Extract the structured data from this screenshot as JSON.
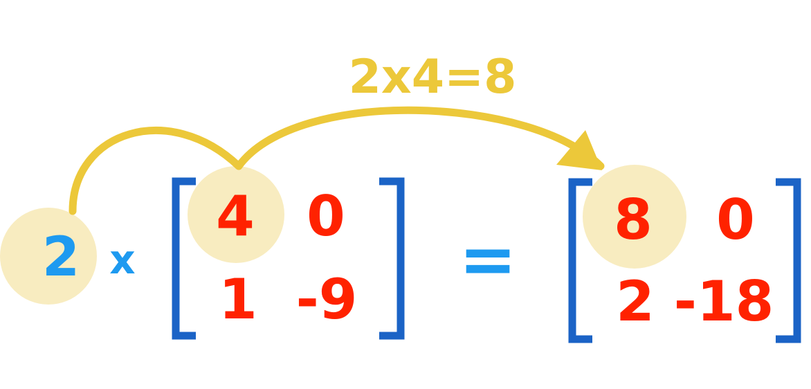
{
  "scalar": "2",
  "times_sign": "x",
  "equals_sign": "=",
  "annotation": "2x4=8",
  "input_matrix": {
    "r1c1": "4",
    "r1c2": "0",
    "r2c1": "1",
    "r2c2": "-9"
  },
  "result_matrix": {
    "r1c1": "8",
    "r1c2": "0",
    "r2c1": "2",
    "r2c2": "-18"
  },
  "colors": {
    "scalar_blue": "#1e9af0",
    "entry_red": "#ff2200",
    "bracket_blue": "#1b63c6",
    "highlight_fill": "#f8ecc0",
    "arrow_gold": "#ecc83a"
  }
}
